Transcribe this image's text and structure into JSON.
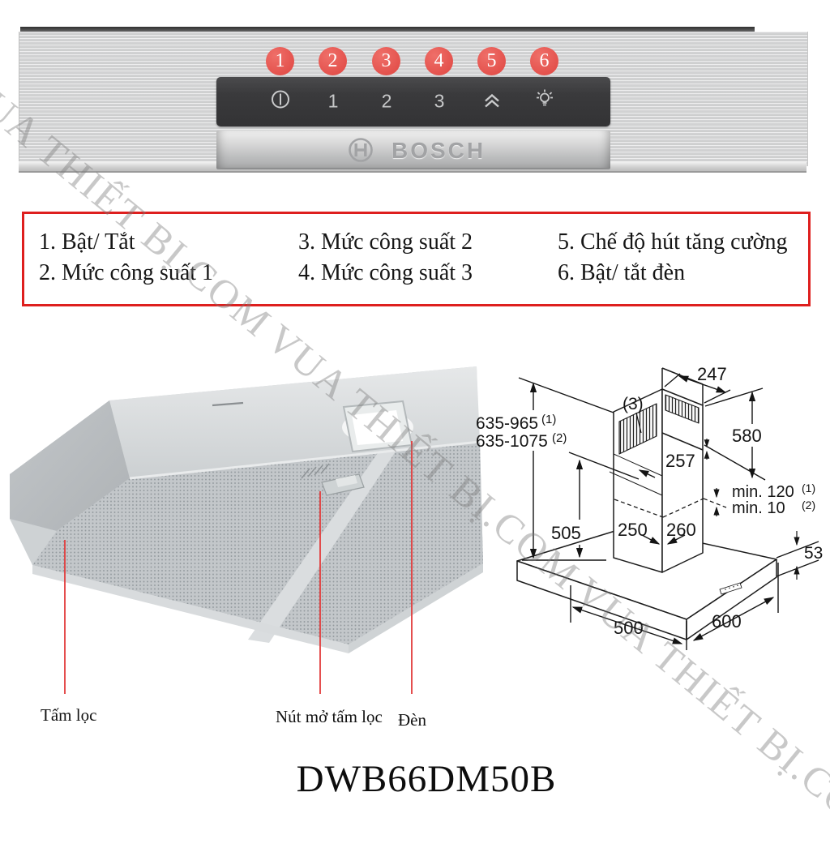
{
  "watermark": {
    "text": "VUA THIẾT BỊ.COM"
  },
  "control_panel": {
    "markers": [
      "1",
      "2",
      "3",
      "4",
      "5",
      "6"
    ],
    "buttons": {
      "speed_1": "1",
      "speed_2": "2",
      "speed_3": "3"
    },
    "brand": "BOSCH"
  },
  "legend": {
    "items": [
      "1. Bật/ Tắt",
      "2. Mức công suất 1",
      "3. Mức công suất 2",
      "4. Mức công suất 3",
      "5. Chế độ hút tăng cường",
      "6. Bật/ tắt đèn"
    ]
  },
  "photo_labels": {
    "filter": "Tấm lọc",
    "filter_button": "Nút mở tấm lọc",
    "light": "Đèn"
  },
  "diagram": {
    "total_height_1": "635-965",
    "total_height_1_note": "(1)",
    "total_height_2": "635-1075",
    "total_height_2_note": "(2)",
    "top_depth": "247",
    "vent_label": "(3)",
    "upper_chimney_height": "580",
    "chimney_depth": "257",
    "min_clearance_1": "min. 120",
    "min_clearance_1_note": "(1)",
    "min_clearance_2": "min. 10",
    "min_clearance_2_note": "(2)",
    "lower_height": "505",
    "chimney_width": "250",
    "chimney_width_2": "260",
    "canopy_thickness": "53",
    "canopy_depth": "500",
    "canopy_width": "600"
  },
  "model": "DWB66DM50B",
  "colors": {
    "accent_red": "#de1f1e",
    "marker_red": "#e6534e",
    "leader_red": "#e23b3b"
  }
}
